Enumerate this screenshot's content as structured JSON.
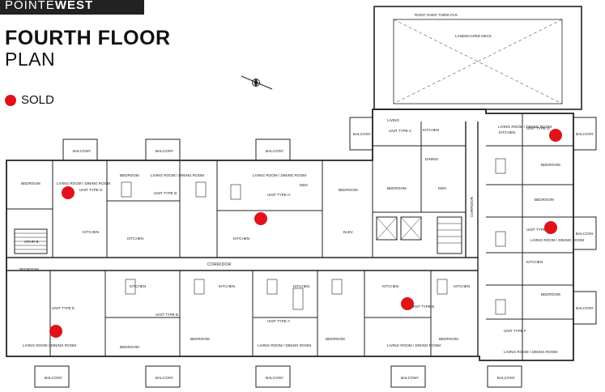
{
  "brand": {
    "part1": "POINTE",
    "part2": "WEST"
  },
  "title": {
    "line1": "FOURTH FLOOR",
    "line2": "PLAN"
  },
  "legend": {
    "sold_label": "SOLD",
    "sold_color": "#e0131b"
  },
  "labels": {
    "roof_over": "ROOF OVER THIRD FLR.",
    "landscaped_deck": "LANDSCAPED DECK",
    "corridor": "CORRIDOR",
    "corridor_vertical": "CORRIDOR",
    "living": "LIVING",
    "kitchen": "KITCHEN",
    "dining": "DINING",
    "den": "DEN",
    "bedroom": "BEDROOM",
    "living_dining": "LIVING ROOM / DINING ROOM",
    "elev": "ELEV.",
    "stair": "STAIR B",
    "balcony": "BALCONY",
    "unit_c": "UNIT TYPE C",
    "unit_d": "UNIT TYPE D",
    "unit_b": "UNIT TYPE B",
    "unit_h": "UNIT TYPE H",
    "unit_e": "UNIT TYPE E",
    "unit_f": "UNIT TYPE F",
    "unit_g": "UNIT TYPE G",
    "unit_a": "UNIT TYPE A"
  }
}
